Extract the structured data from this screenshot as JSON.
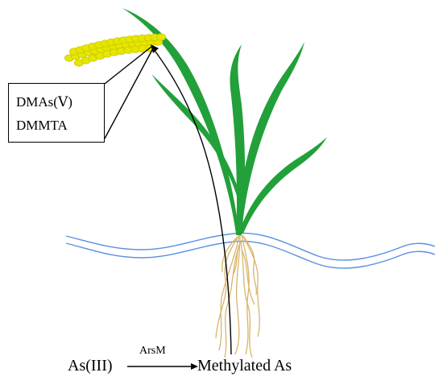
{
  "label_box": {
    "line1": "DMAs(Ⅴ)",
    "line2": "DMMTA"
  },
  "reaction": {
    "reactant": "As(III)",
    "enzyme": "ArsM",
    "product": "Methylated As"
  },
  "colors": {
    "leaf": "#22a03a",
    "grain": "#e6e600",
    "grain_edge": "#c9c900",
    "water": "#5b8fe0",
    "root": "#d9b46a",
    "line": "#000000"
  },
  "icons": {
    "plant": "rice-plant-icon",
    "panicle": "grain-panicle-icon",
    "water": "water-wave-icon",
    "roots": "root-system-icon"
  }
}
